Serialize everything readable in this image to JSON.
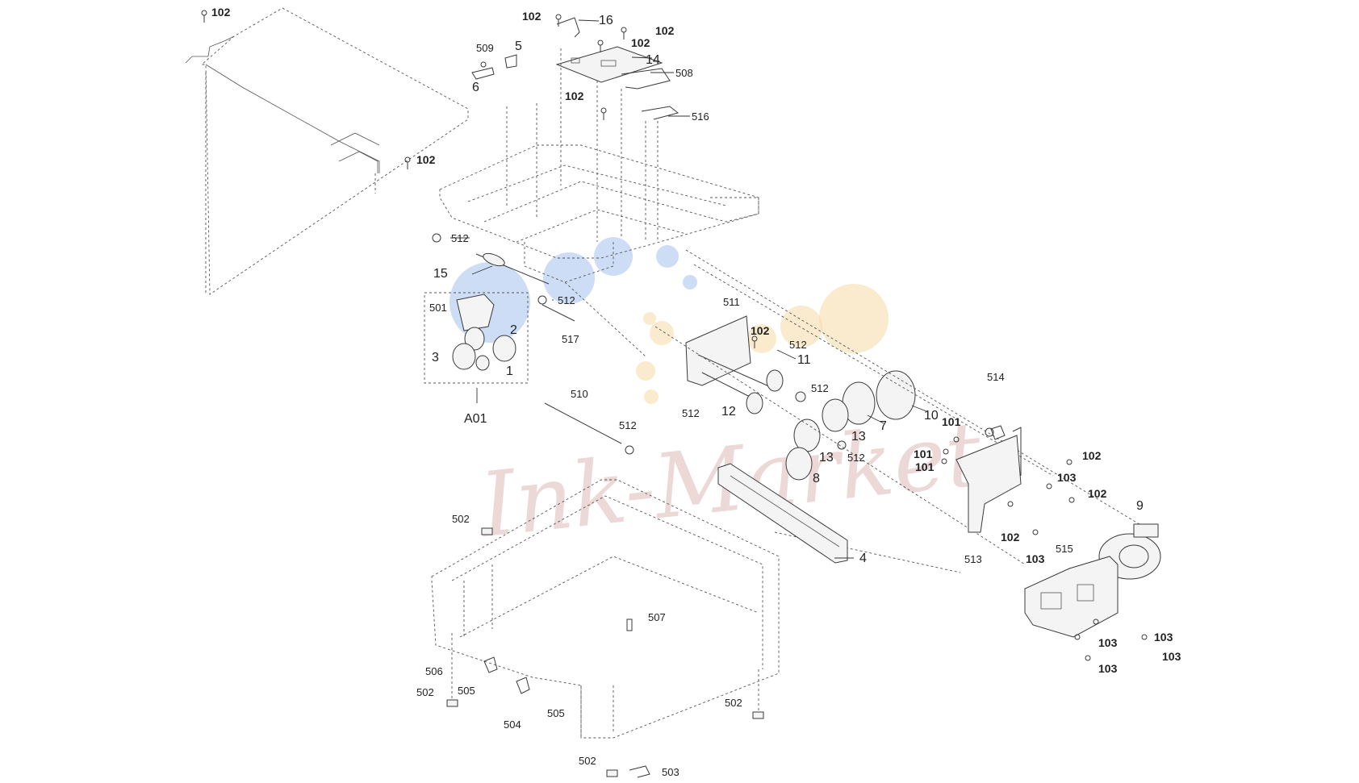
{
  "watermark": {
    "text": "Ink-Market",
    "color": "#c9908c"
  },
  "logo_dots": {
    "blue": "#8fb3e8",
    "orange": "#f6d8a6"
  },
  "group_box": {
    "label": "A01"
  },
  "labels": {
    "l_102_a": "102",
    "l_16": "16",
    "l_102_b": "102",
    "l_102_c": "102",
    "l_509": "509",
    "l_5": "5",
    "l_14": "14",
    "l_508": "508",
    "l_6": "6",
    "l_102_d": "102",
    "l_516": "516",
    "l_102_e": "102",
    "l_512_a": "512",
    "l_15": "15",
    "l_512_b": "512",
    "l_501": "501",
    "l_2": "2",
    "l_517": "517",
    "l_3": "3",
    "l_1": "1",
    "l_511": "511",
    "l_102_f": "102",
    "l_512_c": "512",
    "l_11": "11",
    "l_512_d": "512",
    "l_510": "510",
    "l_512_e": "512",
    "l_12": "12",
    "l_13_a": "13",
    "l_7": "7",
    "l_10": "10",
    "l_13_b": "13",
    "l_512_f": "512",
    "l_512_g": "512",
    "l_8": "8",
    "l_514": "514",
    "l_101_a": "101",
    "l_101_b": "101",
    "l_101_c": "101",
    "l_102_g": "102",
    "l_103_a": "103",
    "l_102_h": "102",
    "l_9": "9",
    "l_4": "4",
    "l_502_a": "502",
    "l_102_i": "102",
    "l_103_b": "103",
    "l_513": "513",
    "l_515": "515",
    "l_507": "507",
    "l_103_c": "103",
    "l_103_d": "103",
    "l_103_e": "103",
    "l_103_f": "103",
    "l_506": "506",
    "l_502_b": "502",
    "l_505_a": "505",
    "l_504": "504",
    "l_505_b": "505",
    "l_502_c": "502",
    "l_502_d": "502",
    "l_503": "503"
  }
}
